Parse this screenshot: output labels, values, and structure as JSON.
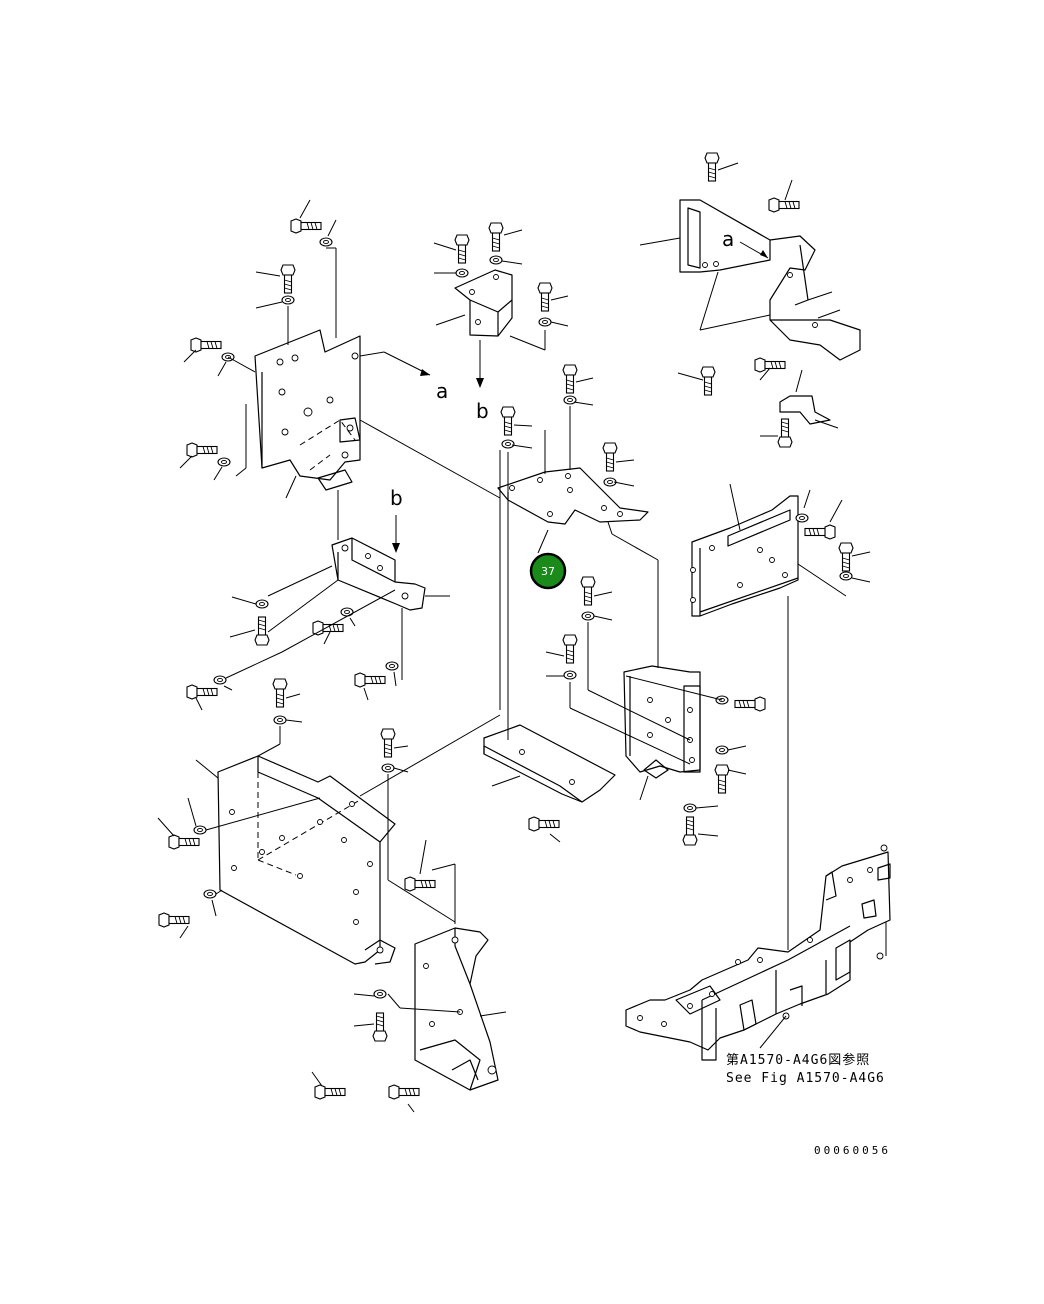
{
  "callout": {
    "number": "37",
    "color": "#1a8a1a"
  },
  "view_labels": {
    "a_top_right": "a",
    "a_left_bracket": "a",
    "b_top_center": "b",
    "b_left_center": "b"
  },
  "reference": {
    "japanese": "第A1570-A4G6図参照",
    "english": "See Fig A1570-A4G6"
  },
  "drawing_code": "00060056"
}
